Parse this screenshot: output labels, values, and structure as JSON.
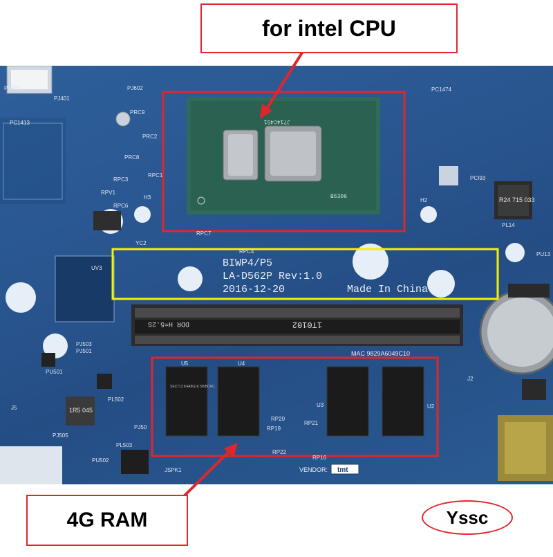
{
  "callouts": {
    "cpu": "for intel CPU",
    "ram": "4G RAM"
  },
  "badge": "Yssc",
  "silkscreen": {
    "model": "BIWP4/P5",
    "board": "LA-D562P Rev:1.0",
    "date": "2016-12-20",
    "origin": "Made In China",
    "cpu_mark": "J714C451",
    "cpu_code": "B5306",
    "slot_text": "1T0102",
    "slot_text_left": "DDR H=5.2S",
    "mac": "MAC 9829A6049C10",
    "vendor_label": "VENDOR:",
    "vendor_value": "tmt",
    "inductor": "R24 715 033",
    "coil": "1R5 045",
    "ram_chip_mark": "SEC713 K4A8G16 5WBCRC",
    "labels": [
      "PC1413",
      "PJ401",
      "P1402",
      "PJ602",
      "PC1474",
      "PCI93",
      "PL14",
      "PU13",
      "PRC9",
      "PRC2",
      "PRC8",
      "RPC3",
      "RPV1",
      "RPC1",
      "RPC6",
      "H3",
      "H2",
      "YC2",
      "RPC7",
      "RPC4",
      "UV3",
      "PJ503",
      "PJ501",
      "PU501",
      "PL502",
      "J5",
      "PJ505",
      "PL503",
      "PJ50",
      "PU502",
      "U5",
      "U4",
      "U3",
      "U2",
      "J2",
      "RP20",
      "RP21",
      "RP19",
      "RP22",
      "RP16",
      "JSPK1"
    ]
  },
  "colors": {
    "frame_red": "#e0262c",
    "highlight_yellow": "#f3f300",
    "board_blue": "#2a5690"
  }
}
